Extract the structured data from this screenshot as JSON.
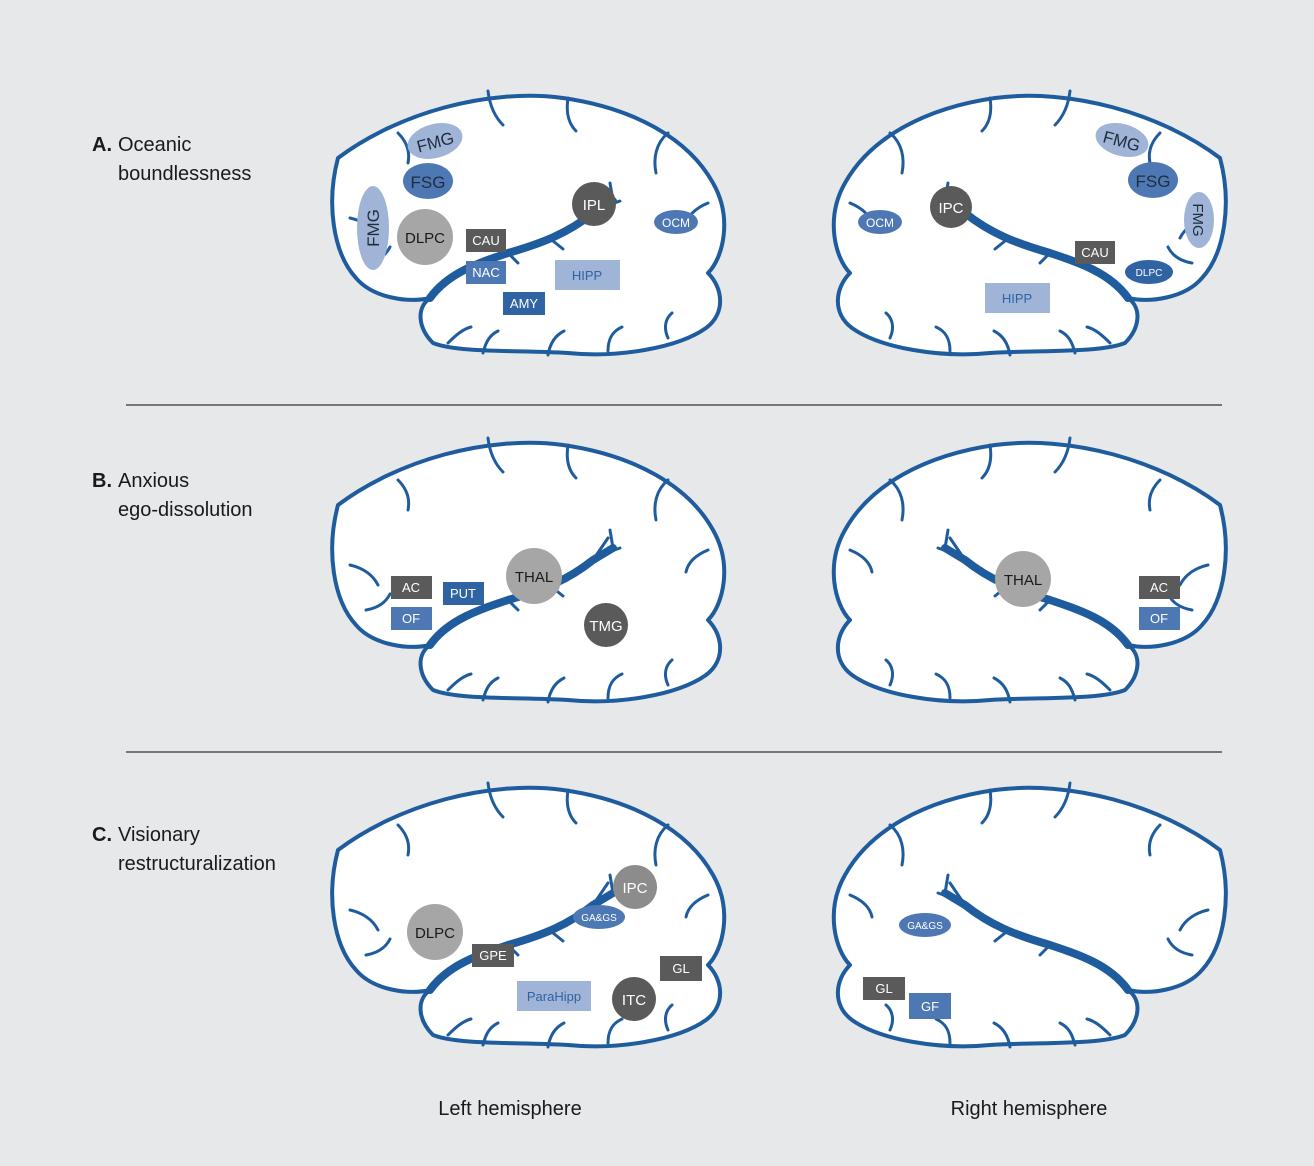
{
  "panels": [
    {
      "letter": "A.",
      "title_lines": [
        "Oceanic",
        "boundlessness"
      ],
      "left_regions": [
        {
          "label": "FMG",
          "shape": "ellipse",
          "fill": "#9fb4d6",
          "text": "#1f2d3d"
        },
        {
          "label": "FSG",
          "shape": "ellipse",
          "fill": "#4d78b4",
          "text": "#1f2d3d"
        },
        {
          "label": "FMG",
          "shape": "ellipse",
          "fill": "#9fb4d6",
          "text": "#1f2d3d"
        },
        {
          "label": "DLPC",
          "shape": "circle",
          "fill": "#a6a6a6",
          "text": "#1a1a1a"
        },
        {
          "label": "CAU",
          "shape": "rect",
          "fill": "#5a5a5a",
          "text": "#ffffff"
        },
        {
          "label": "NAC",
          "shape": "rect",
          "fill": "#4d78b4",
          "text": "#ffffff"
        },
        {
          "label": "AMY",
          "shape": "rect",
          "fill": "#2f63a3",
          "text": "#ffffff"
        },
        {
          "label": "HIPP",
          "shape": "rect",
          "fill": "#9fb4d6",
          "text": "#2f63a3"
        },
        {
          "label": "IPL",
          "shape": "circle",
          "fill": "#5a5a5a",
          "text": "#ffffff"
        },
        {
          "label": "OCM",
          "shape": "ellipse",
          "fill": "#4d78b4",
          "text": "#ffffff"
        }
      ],
      "right_regions": [
        {
          "label": "FMG",
          "shape": "ellipse",
          "fill": "#9fb4d6",
          "text": "#1f2d3d"
        },
        {
          "label": "FSG",
          "shape": "ellipse",
          "fill": "#4d78b4",
          "text": "#1f2d3d"
        },
        {
          "label": "FMG",
          "shape": "ellipse",
          "fill": "#9fb4d6",
          "text": "#1f2d3d"
        },
        {
          "label": "IPC",
          "shape": "circle",
          "fill": "#5a5a5a",
          "text": "#ffffff"
        },
        {
          "label": "OCM",
          "shape": "ellipse",
          "fill": "#4d78b4",
          "text": "#ffffff"
        },
        {
          "label": "CAU",
          "shape": "rect",
          "fill": "#5a5a5a",
          "text": "#ffffff"
        },
        {
          "label": "DLPC",
          "shape": "ellipse",
          "fill": "#2f63a3",
          "text": "#ffffff"
        },
        {
          "label": "HIPP",
          "shape": "rect",
          "fill": "#9fb4d6",
          "text": "#2f63a3"
        }
      ]
    },
    {
      "letter": "B.",
      "title_lines": [
        "Anxious",
        "ego-dissolution"
      ],
      "left_regions": [
        {
          "label": "AC",
          "shape": "rect",
          "fill": "#5a5a5a",
          "text": "#ffffff"
        },
        {
          "label": "OF",
          "shape": "rect",
          "fill": "#4d78b4",
          "text": "#ffffff"
        },
        {
          "label": "PUT",
          "shape": "rect",
          "fill": "#2f63a3",
          "text": "#ffffff"
        },
        {
          "label": "THAL",
          "shape": "circle",
          "fill": "#a6a6a6",
          "text": "#1a1a1a"
        },
        {
          "label": "TMG",
          "shape": "circle",
          "fill": "#5a5a5a",
          "text": "#ffffff"
        }
      ],
      "right_regions": [
        {
          "label": "THAL",
          "shape": "circle",
          "fill": "#a6a6a6",
          "text": "#1a1a1a"
        },
        {
          "label": "AC",
          "shape": "rect",
          "fill": "#5a5a5a",
          "text": "#ffffff"
        },
        {
          "label": "OF",
          "shape": "rect",
          "fill": "#4d78b4",
          "text": "#ffffff"
        }
      ]
    },
    {
      "letter": "C.",
      "title_lines": [
        "Visionary",
        "restructuralization"
      ],
      "left_regions": [
        {
          "label": "DLPC",
          "shape": "circle",
          "fill": "#a6a6a6",
          "text": "#1a1a1a"
        },
        {
          "label": "GPE",
          "shape": "rect",
          "fill": "#5a5a5a",
          "text": "#ffffff"
        },
        {
          "label": "GA&GS",
          "shape": "ellipse",
          "fill": "#4d78b4",
          "text": "#ffffff"
        },
        {
          "label": "IPC",
          "shape": "circle",
          "fill": "#8c8c8c",
          "text": "#ffffff"
        },
        {
          "label": "ParaHipp",
          "shape": "rect",
          "fill": "#9fb4d6",
          "text": "#2f63a3"
        },
        {
          "label": "ITC",
          "shape": "circle",
          "fill": "#5a5a5a",
          "text": "#ffffff"
        },
        {
          "label": "GL",
          "shape": "rect",
          "fill": "#5a5a5a",
          "text": "#ffffff"
        }
      ],
      "right_regions": [
        {
          "label": "GA&GS",
          "shape": "ellipse",
          "fill": "#4d78b4",
          "text": "#ffffff"
        },
        {
          "label": "GL",
          "shape": "rect",
          "fill": "#5a5a5a",
          "text": "#ffffff"
        },
        {
          "label": "GF",
          "shape": "rect",
          "fill": "#4d78b4",
          "text": "#ffffff"
        }
      ]
    }
  ],
  "footer": {
    "left_label": "Left hemisphere",
    "right_label": "Right hemisphere"
  },
  "colors": {
    "panel_background": "#e6e8ea",
    "brain_outline": "#1f5c9e",
    "brain_fill": "#ffffff",
    "divider": "#333333",
    "text": "#1a1a1a"
  }
}
